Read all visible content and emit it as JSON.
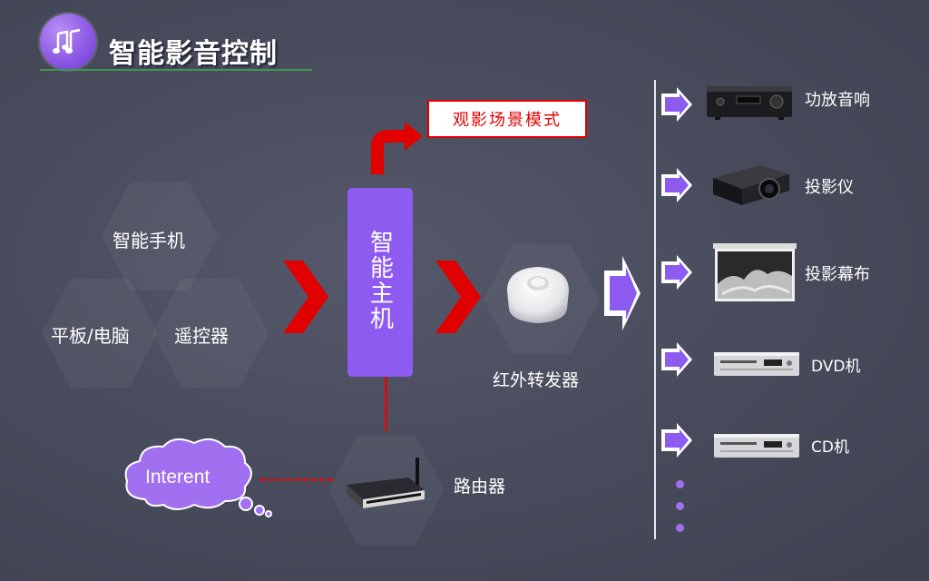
{
  "header": {
    "title": "智能影音控制",
    "icon": "music-notes-icon"
  },
  "inputs": {
    "phone": "智能手机",
    "tablet": "平板/电脑",
    "remote": "遥控器"
  },
  "host": {
    "label": "智能主机"
  },
  "scene": {
    "label": "观影场景模式"
  },
  "ir": {
    "label": "红外转发器"
  },
  "network": {
    "internet": "Interent",
    "router": "路由器"
  },
  "devices": [
    {
      "label": "功放音响",
      "icon": "amplifier-icon"
    },
    {
      "label": "投影仪",
      "icon": "projector-icon"
    },
    {
      "label": "投影幕布",
      "icon": "projection-screen-icon"
    },
    {
      "label": "DVD机",
      "icon": "dvd-player-icon"
    },
    {
      "label": "CD机",
      "icon": "cd-player-icon"
    }
  ],
  "colors": {
    "accent": "#8d5bf0",
    "arrow_red": "#e00000",
    "background": "#4a4d5d"
  }
}
